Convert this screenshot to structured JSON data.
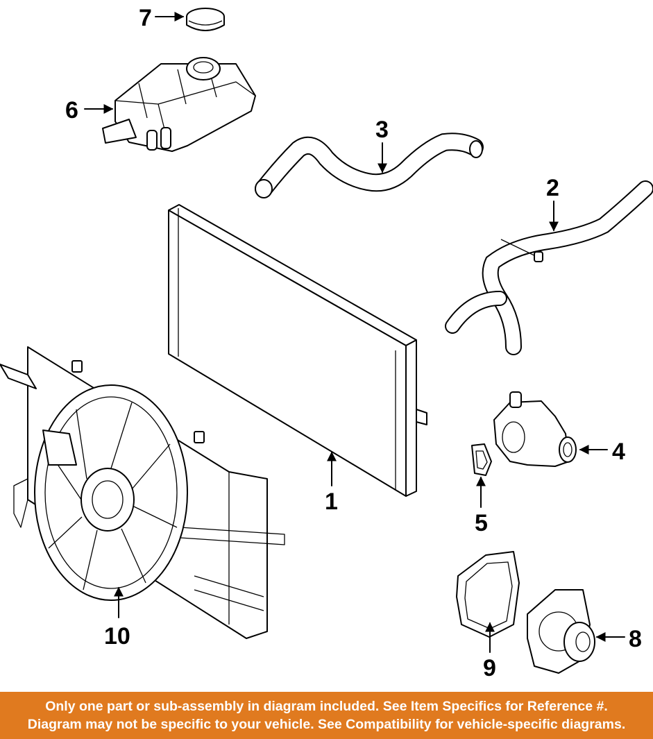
{
  "colors": {
    "banner_background": "#e07a1f",
    "banner_text": "#ffffff",
    "line": "#000000",
    "background": "#ffffff"
  },
  "callouts": {
    "c1": "1",
    "c2": "2",
    "c3": "3",
    "c4": "4",
    "c5": "5",
    "c6": "6",
    "c7": "7",
    "c8": "8",
    "c9": "9",
    "c10": "10"
  },
  "banner": {
    "line1": "Only one part or sub-assembly in diagram included. See Item Specifics for Reference #.",
    "line2": "Diagram may not be specific to your vehicle. See Compatibility for vehicle-specific diagrams."
  }
}
